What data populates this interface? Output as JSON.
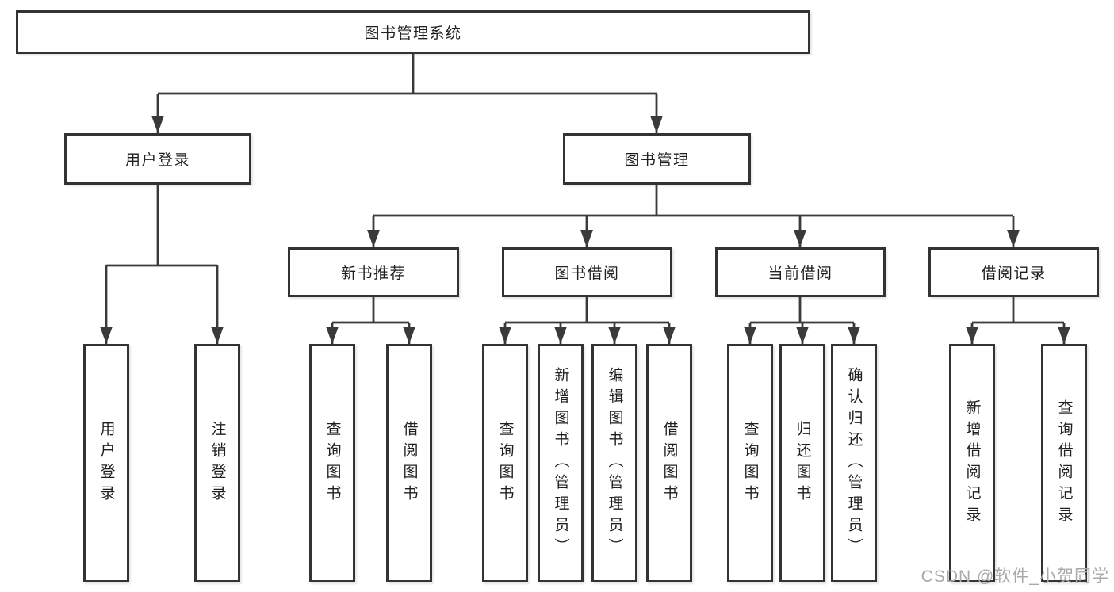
{
  "colors": {
    "background": "#ffffff",
    "box_border": "#333333",
    "line": "#3a3a3a",
    "text": "#1f1f1f",
    "watermark": "#a9a9a9"
  },
  "tree": {
    "root": {
      "label": "图书管理系统",
      "children": [
        {
          "label": "用户登录",
          "children": [
            {
              "label": "用户登录"
            },
            {
              "label": "注销登录"
            }
          ]
        },
        {
          "label": "图书管理",
          "children": [
            {
              "label": "新书推荐",
              "children": [
                {
                  "label": "查询图书"
                },
                {
                  "label": "借阅图书"
                }
              ]
            },
            {
              "label": "图书借阅",
              "children": [
                {
                  "label": "查询图书"
                },
                {
                  "label": "新增图书（管理员）"
                },
                {
                  "label": "编辑图书（管理员）"
                },
                {
                  "label": "借阅图书"
                }
              ]
            },
            {
              "label": "当前借阅",
              "children": [
                {
                  "label": "查询图书"
                },
                {
                  "label": "归还图书"
                },
                {
                  "label": "确认归还（管理员）"
                }
              ]
            },
            {
              "label": "借阅记录",
              "children": [
                {
                  "label": "新增借阅记录"
                },
                {
                  "label": "查询借阅记录"
                }
              ]
            }
          ]
        }
      ]
    }
  },
  "watermark": {
    "text": "CSDN @软件_小贺同学"
  }
}
